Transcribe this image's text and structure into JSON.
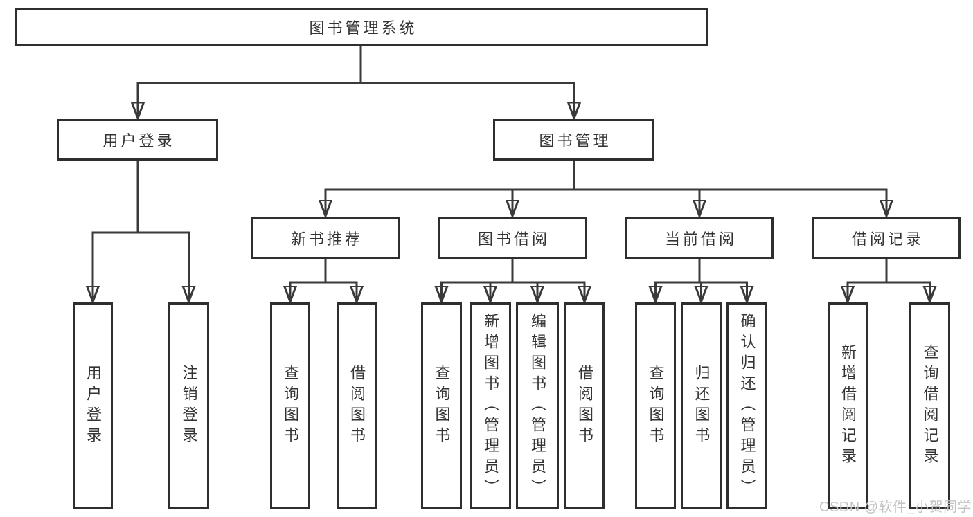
{
  "diagram": {
    "type": "hierarchy-tree",
    "tree": {
      "label": "图书管理系统",
      "children": [
        {
          "label": "用户登录",
          "children": [
            {
              "label": "用户登录"
            },
            {
              "label": "注销登录"
            }
          ]
        },
        {
          "label": "图书管理",
          "children": [
            {
              "label": "新书推荐",
              "children": [
                {
                  "label": "查询图书"
                },
                {
                  "label": "借阅图书"
                }
              ]
            },
            {
              "label": "图书借阅",
              "children": [
                {
                  "label": "查询图书"
                },
                {
                  "label": "新增图书（管理员）"
                },
                {
                  "label": "编辑图书（管理员）"
                },
                {
                  "label": "借阅图书"
                }
              ]
            },
            {
              "label": "当前借阅",
              "children": [
                {
                  "label": "查询图书"
                },
                {
                  "label": "归还图书"
                },
                {
                  "label": "确认归还（管理员）"
                }
              ]
            },
            {
              "label": "借阅记录",
              "children": [
                {
                  "label": "新增借阅记录"
                },
                {
                  "label": "查询借阅记录"
                }
              ]
            }
          ]
        }
      ]
    },
    "colors": {
      "line": "#3a3a3a",
      "box_border": "#2e2e2e",
      "box_fill": "#ffffff",
      "text": "#333333",
      "watermark": "#c3c3c3",
      "background": "#ffffff"
    }
  },
  "watermark": {
    "text": "CSDN @软件_小贺同学"
  }
}
